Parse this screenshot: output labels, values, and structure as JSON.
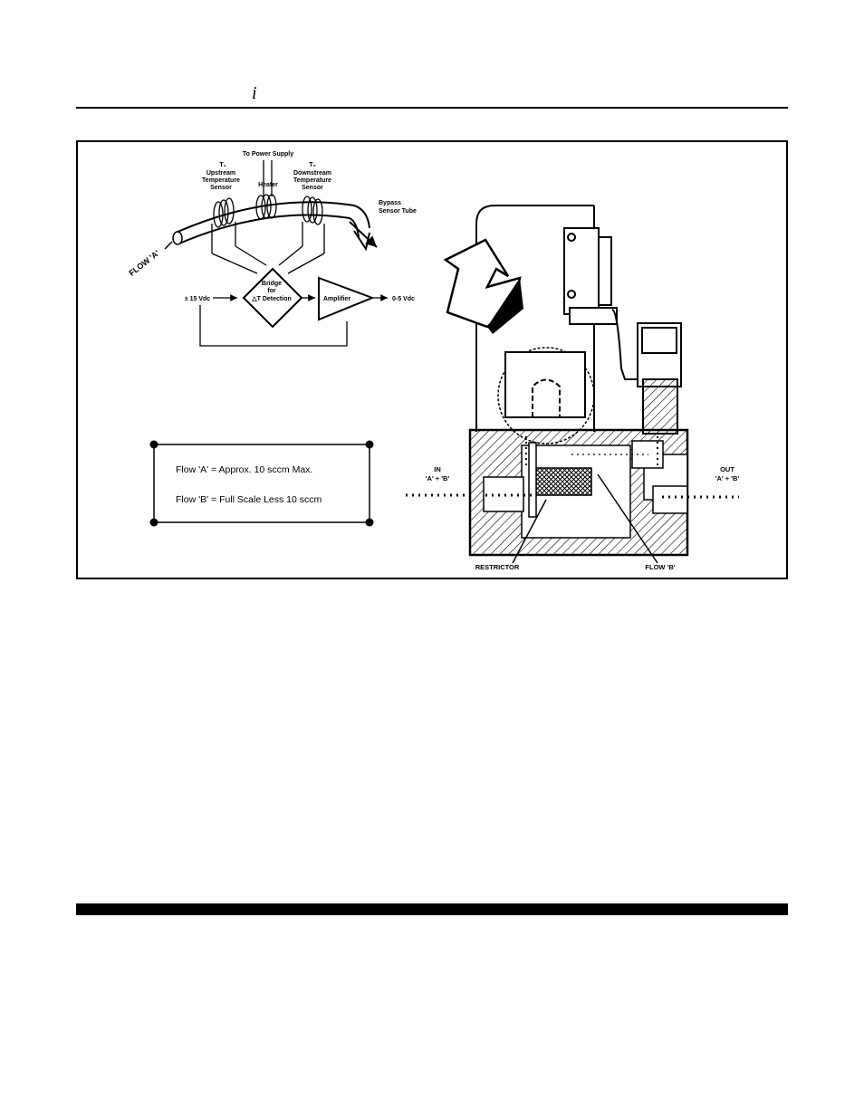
{
  "header": {
    "italic_mark": "i"
  },
  "figure": {
    "schematic": {
      "power_supply": "To Power Supply",
      "t1_symbol": "T₁",
      "t1_line1": "Upstream",
      "t1_line2": "Temperature",
      "t1_line3": "Sensor",
      "heater": "Heater",
      "t2_symbol": "T₂",
      "t2_line1": "Downstream",
      "t2_line2": "Temperature",
      "t2_line3": "Sensor",
      "bypass_line1": "Bypass",
      "bypass_line2": "Sensor Tube",
      "flow_a": "FLOW 'A'",
      "bridge_line1": "Bridge",
      "bridge_line2": "for",
      "bridge_line3": "△T Detection",
      "amplifier": "Amplifier",
      "input_voltage": "± 15 Vdc",
      "output_voltage": "0-5 Vdc"
    },
    "flow_note": {
      "line1": "Flow 'A' = Approx. 10 sccm Max.",
      "line2": "Flow 'B' = Full Scale Less 10 sccm"
    },
    "cutaway": {
      "in_label": "IN",
      "in_flow": "'A' + 'B'",
      "out_label": "OUT",
      "out_flow": "'A' + 'B'",
      "restrictor": "RESTRICTOR",
      "flow_b": "FLOW 'B'"
    }
  },
  "colors": {
    "ink": "#000000",
    "paper": "#ffffff"
  }
}
